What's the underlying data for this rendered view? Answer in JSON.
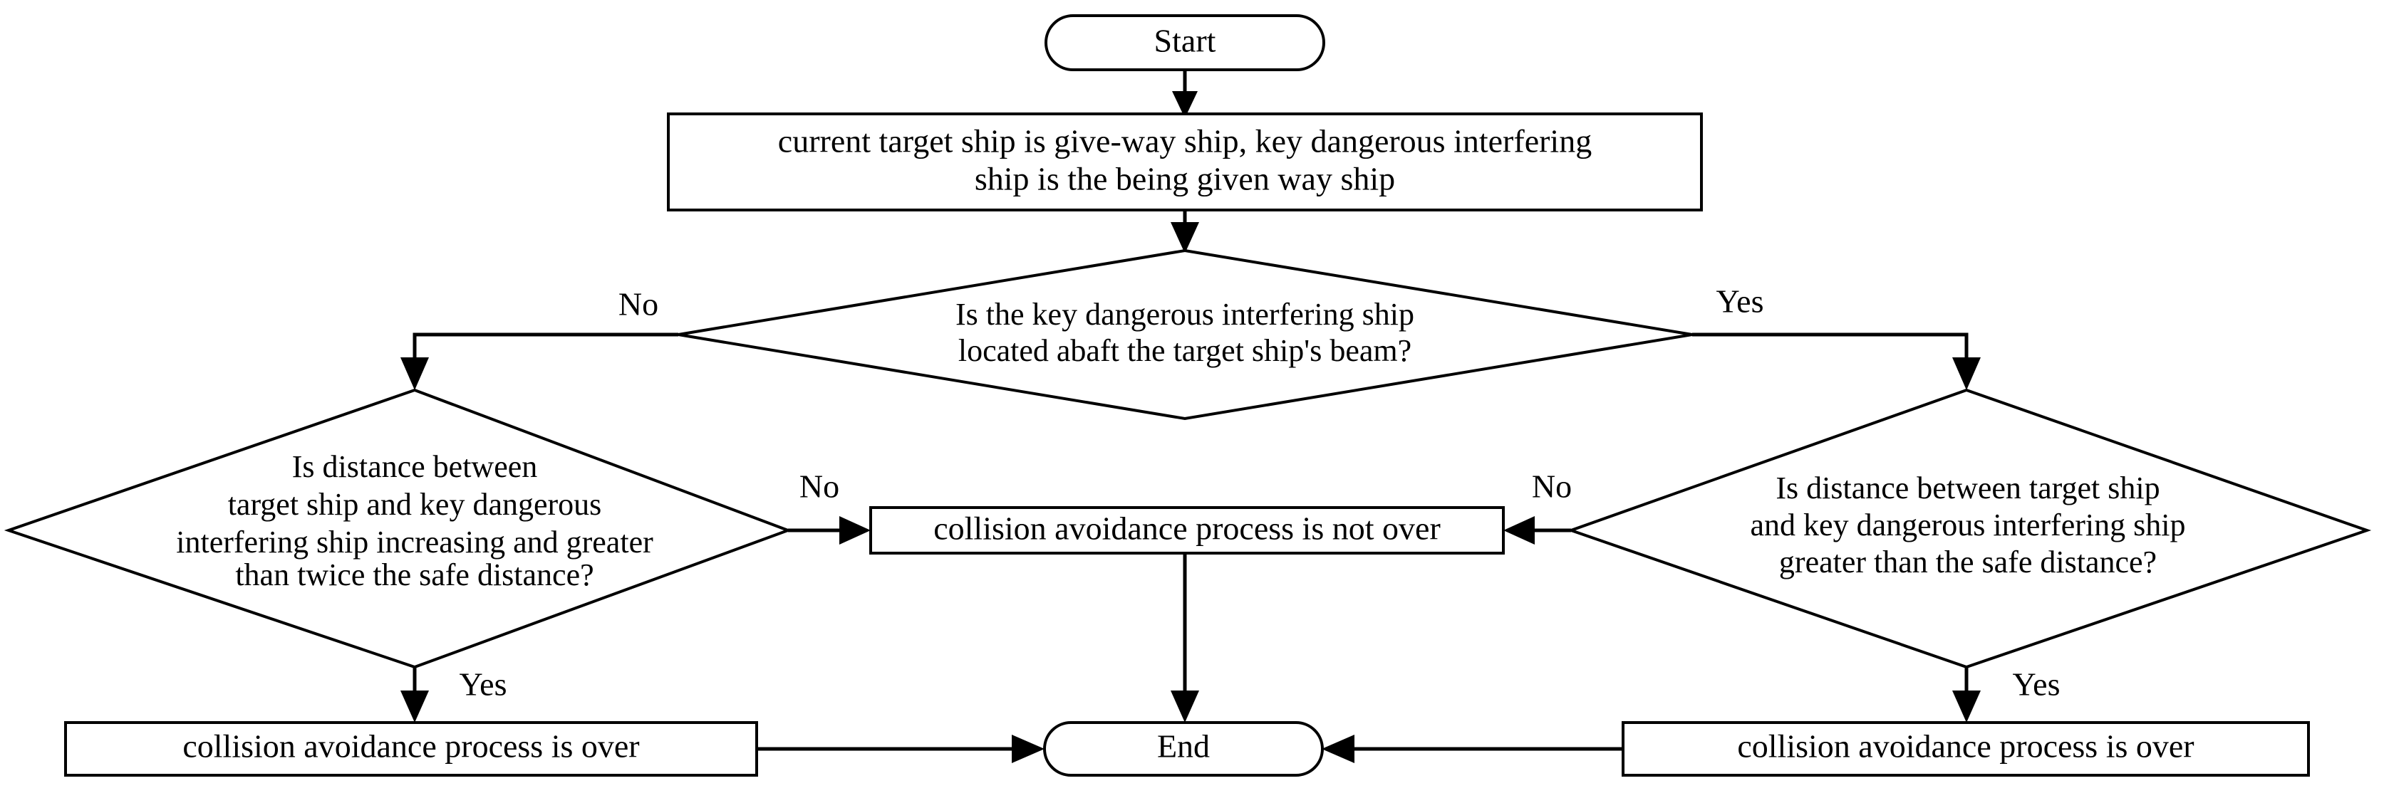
{
  "diagram": {
    "title": "collision avoidance process termination flowchart",
    "type": "flowchart",
    "colors": {
      "background": "#ffffff",
      "stroke": "#000000",
      "text": "#000000",
      "shape_fill": "#ffffff"
    }
  },
  "nodes": {
    "start": {
      "shape": "terminator",
      "label": "Start"
    },
    "process_roles": {
      "shape": "process",
      "line1": "current target ship is give-way ship, key dangerous interfering",
      "line2": "ship is the being given way ship"
    },
    "decision_abaft": {
      "shape": "decision",
      "line1": "Is the key dangerous interfering ship",
      "line2": "located abaft the target ship's beam?"
    },
    "decision_left": {
      "shape": "decision",
      "line1": "Is distance between",
      "line2": "target ship and key dangerous",
      "line3": "interfering ship increasing and greater",
      "line4": "than twice the safe distance?"
    },
    "decision_right": {
      "shape": "decision",
      "line1": "Is distance between target ship",
      "line2": "and key dangerous interfering ship",
      "line3": "greater than the safe distance?"
    },
    "process_not_over": {
      "shape": "process",
      "label": "collision avoidance process is not over"
    },
    "process_over_left": {
      "shape": "process",
      "label": "collision avoidance process is over"
    },
    "process_over_right": {
      "shape": "process",
      "label": "collision avoidance process is over"
    },
    "end": {
      "shape": "terminator",
      "label": "End"
    }
  },
  "edge_labels": {
    "abaft_no": "No",
    "abaft_yes": "Yes",
    "left_no": "No",
    "left_yes": "Yes",
    "right_no": "No",
    "right_yes": "Yes"
  }
}
